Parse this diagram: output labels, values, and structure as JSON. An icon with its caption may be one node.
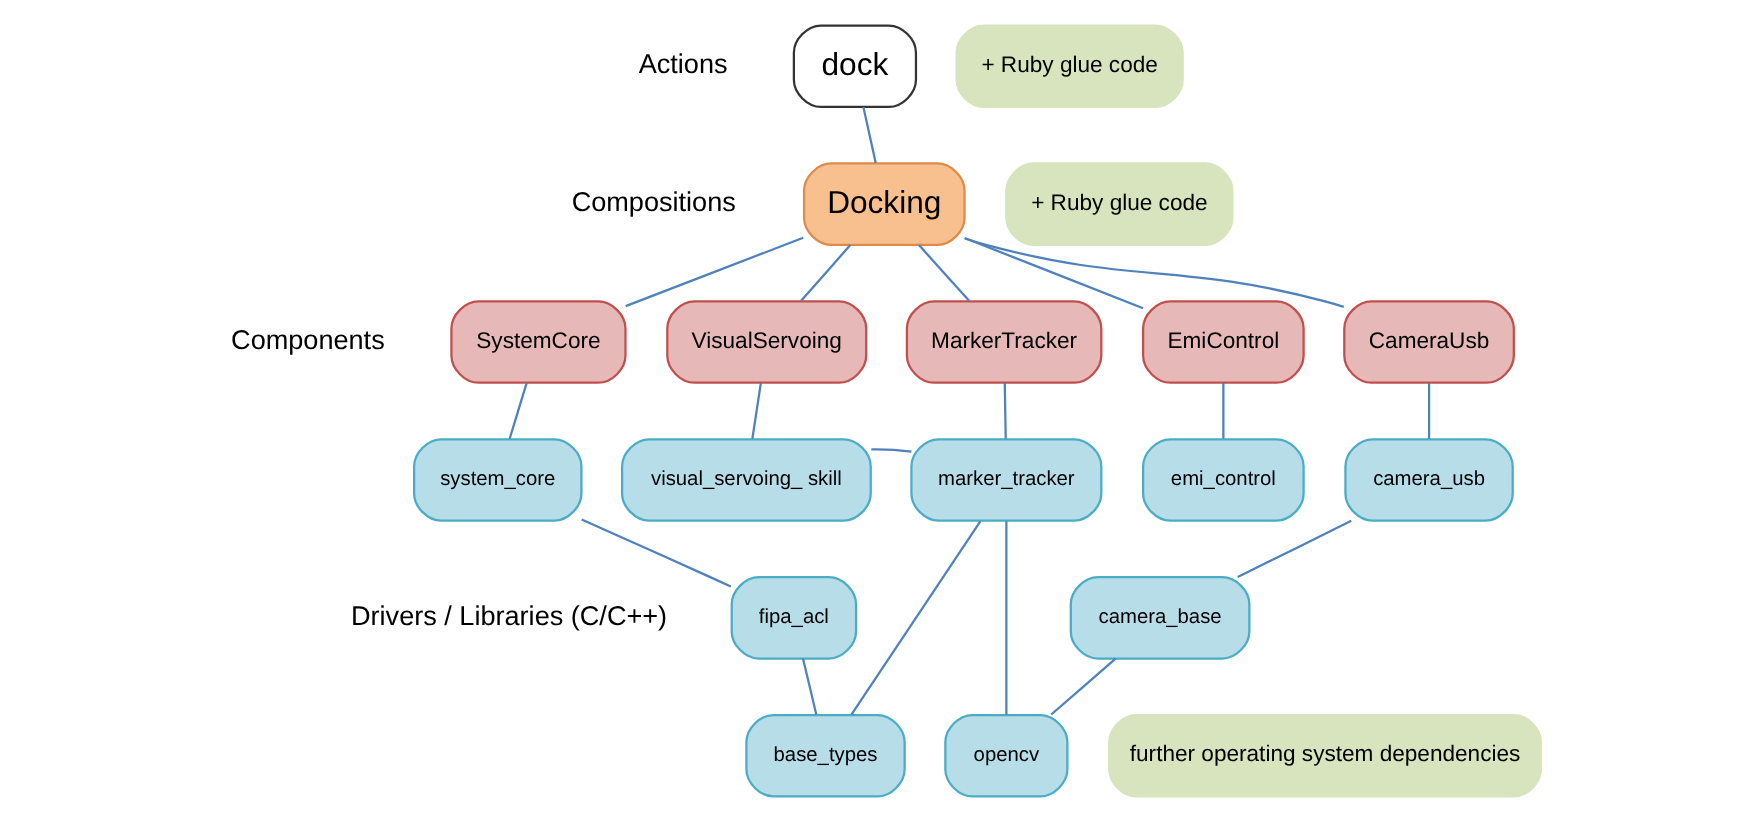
{
  "diagram": {
    "nodes": [
      {
        "text": [
          "dock"
        ]
      },
      {
        "text": [
          "+ Ruby glue code"
        ]
      },
      {
        "text": [
          "Docking"
        ]
      },
      {
        "text": [
          "+ Ruby glue code"
        ]
      },
      {
        "text": [
          "SystemCore"
        ]
      },
      {
        "text": [
          "VisualServoing"
        ]
      },
      {
        "text": [
          "MarkerTracker"
        ]
      },
      {
        "text": [
          "EmiControl"
        ]
      },
      {
        "text": [
          "CameraUsb"
        ]
      },
      {
        "text": [
          "system_core"
        ]
      },
      {
        "text": [
          "visual_servoing_ skill"
        ]
      },
      {
        "text": [
          "marker_tracker"
        ]
      },
      {
        "text": [
          "emi_control"
        ]
      },
      {
        "text": [
          "camera_usb"
        ]
      },
      {
        "text": [
          "fipa_acl"
        ]
      },
      {
        "text": [
          "camera_base"
        ]
      },
      {
        "text": [
          "base_types"
        ]
      },
      {
        "text": [
          "opencv"
        ]
      },
      {
        "text": [
          "further operating system dependencies"
        ]
      }
    ],
    "edges": [
      {
        "from": 0,
        "to": 2,
        "arrow": "none"
      },
      {
        "from": 2,
        "to": 4,
        "arrow": "none"
      },
      {
        "from": 2,
        "to": 5,
        "arrow": "none"
      },
      {
        "from": 2,
        "to": 6,
        "arrow": "none"
      },
      {
        "from": 2,
        "to": 7,
        "arrow": "none"
      },
      {
        "from": 2,
        "to": 8,
        "arrow": "none"
      },
      {
        "from": 4,
        "to": 9,
        "arrow": "none"
      },
      {
        "from": 5,
        "to": 10,
        "arrow": "none"
      },
      {
        "from": 6,
        "to": 11,
        "arrow": "none"
      },
      {
        "from": 7,
        "to": 12,
        "arrow": "none"
      },
      {
        "from": 8,
        "to": 13,
        "arrow": "none"
      },
      {
        "from": 10,
        "to": 11,
        "arrow": "none"
      },
      {
        "from": 9,
        "to": 14,
        "arrow": "none"
      },
      {
        "from": 14,
        "to": 16,
        "arrow": "none"
      },
      {
        "from": 11,
        "to": 16,
        "arrow": "none"
      },
      {
        "from": 11,
        "to": 17,
        "arrow": "none"
      },
      {
        "from": 13,
        "to": 15,
        "arrow": "none"
      },
      {
        "from": 15,
        "to": 17,
        "arrow": "none"
      }
    ],
    "labels": [
      "Actions",
      "Compositions",
      "Components",
      "Drivers / Libraries (C/C++)"
    ]
  }
}
